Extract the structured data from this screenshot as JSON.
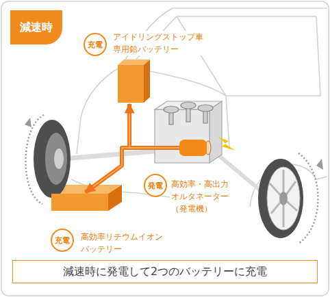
{
  "diagram": {
    "caption": "減速時に発電して2つのバッテリーに充電",
    "nodes": [
      {
        "text": [
          "減速時"
        ]
      },
      {
        "text": [
          "充電",
          "アイドリングストップ車 専用鉛バッテリー"
        ]
      },
      {
        "text": [
          "発電",
          "高効率・高出力 オルタネーター （発電機）"
        ]
      },
      {
        "text": [
          "充電",
          "高効率リチウムイオン バッテリー"
        ]
      }
    ],
    "edges": [
      {
        "from": 2,
        "to": 1,
        "arrow": "to"
      },
      {
        "from": 2,
        "to": 3,
        "arrow": "to"
      }
    ]
  }
}
